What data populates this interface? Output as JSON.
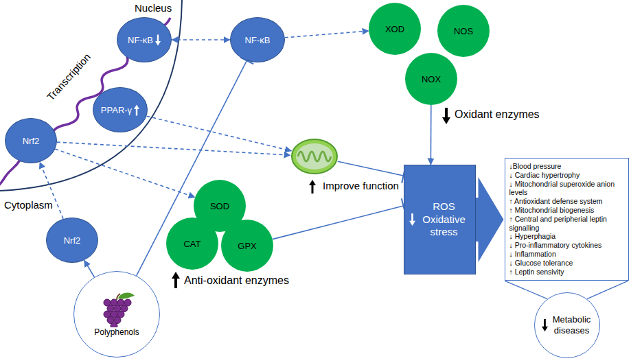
{
  "diagram": {
    "nodes": [
      {
        "text": [
          "NF-κB"
        ]
      },
      {
        "text": [
          "NF-κB"
        ]
      },
      {
        "text": [
          "XOD"
        ]
      },
      {
        "text": [
          "NOS"
        ]
      },
      {
        "text": [
          "NOX"
        ]
      },
      {
        "text": [
          "PPAR-γ"
        ]
      },
      {
        "text": [
          "Nrf2"
        ]
      },
      {
        "text": [
          "Improve function"
        ]
      },
      {
        "text": [
          "SOD"
        ]
      },
      {
        "text": [
          "CAT"
        ]
      },
      {
        "text": [
          "GPX"
        ]
      },
      {
        "text": [
          "ROS Oxidative stress"
        ]
      },
      {
        "text": [
          "↓Blood pressure",
          "↓ Cardiac hypertrophy",
          "↓ Mitochondrial superoxide anion levels",
          "↑ Antioxidant defense system",
          "↑ Mitochondrial biogenesis",
          "↑ Central and peripherial leptin signalling",
          "↓ Hyperphagia",
          "↓ Pro-inflammatory cytokines",
          "↓ Inflammation",
          "↓ Glucose tolerance",
          "↑ Leptin sensivity"
        ]
      },
      {
        "text": [
          "Nrf2"
        ]
      },
      {
        "text": [
          "Polyphenols"
        ]
      },
      {
        "text": [
          "Metabolic diseases"
        ]
      }
    ],
    "edges": [
      {
        "from": 1,
        "to": 0,
        "arrow": "both"
      },
      {
        "from": 1,
        "to": 2,
        "arrow": "to"
      },
      {
        "from": 4,
        "to": 11,
        "arrow": "to"
      },
      {
        "from": 5,
        "to": 7,
        "arrow": "to"
      },
      {
        "from": 6,
        "to": 7,
        "arrow": "to"
      },
      {
        "from": 6,
        "to": 8,
        "arrow": "to"
      },
      {
        "from": 7,
        "to": 11,
        "arrow": "to"
      },
      {
        "from": 10,
        "to": 11,
        "arrow": "to"
      },
      {
        "from": 14,
        "to": 1,
        "arrow": "to"
      },
      {
        "from": 14,
        "to": 13,
        "arrow": "to"
      },
      {
        "from": 13,
        "to": 6,
        "arrow": "to"
      },
      {
        "from": 11,
        "to": 12,
        "arrow": "to"
      },
      {
        "from": 12,
        "to": 15,
        "arrow": "none"
      }
    ],
    "labels": [
      "Nucleus",
      "Transcription",
      "Cytoplasm",
      "Oxidant enzymes",
      "Anti-oxidant enzymes"
    ]
  }
}
